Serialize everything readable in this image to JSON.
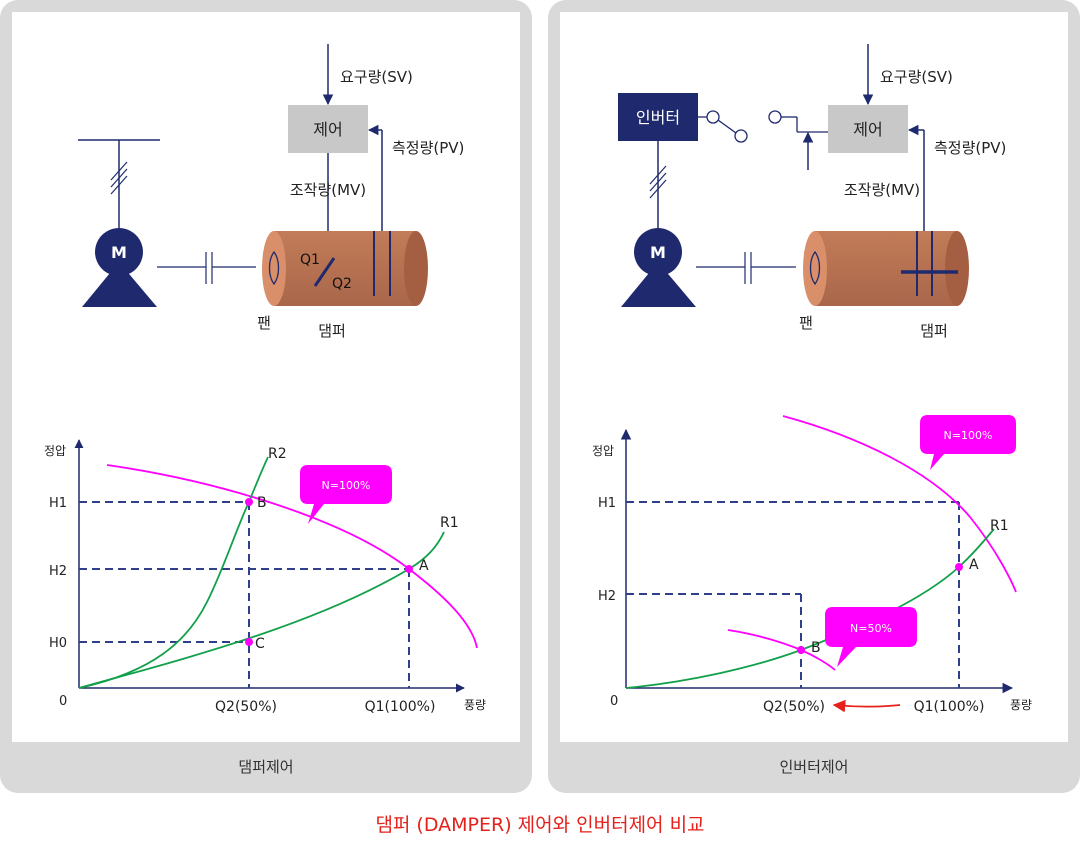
{
  "left": {
    "footer": "댐퍼제어",
    "demand": "요구량(SV)",
    "controller": "제어",
    "measured": "측정량(PV)",
    "manipulated": "조작량(MV)",
    "motor": "M",
    "fan": "팬",
    "damper": "댐퍼",
    "q1": "Q1",
    "q2": "Q2",
    "graph": {
      "ylabel": "정압",
      "xlabel": "풍량",
      "origin": "0",
      "h1": "H1",
      "h2": "H2",
      "h0": "H0",
      "q2_tick": "Q2(50%)",
      "q1_tick": "Q1(100%)",
      "r1": "R1",
      "r2": "R2",
      "pt_a": "A",
      "pt_b": "B",
      "pt_c": "C",
      "callout": "N=100%"
    }
  },
  "right": {
    "footer": "인버터제어",
    "inverter": "인버터",
    "demand": "요구량(SV)",
    "controller": "제어",
    "measured": "측정량(PV)",
    "manipulated": "조작량(MV)",
    "motor": "M",
    "fan": "팬",
    "damper": "댐퍼",
    "graph": {
      "ylabel": "정압",
      "xlabel": "풍량",
      "origin": "0",
      "h1": "H1",
      "h2": "H2",
      "q2_tick": "Q2(50%)",
      "q1_tick": "Q1(100%)",
      "r1": "R1",
      "pt_a": "A",
      "pt_b": "B",
      "callout_100": "N=100%",
      "callout_50": "N=50%"
    }
  },
  "caption": "댐퍼 (DAMPER) 제어와 인버터제어 비교",
  "colors": {
    "navy": "#1f2a6e",
    "magenta": "#ff00ff",
    "green": "#12a04a",
    "duct": "#b5714f",
    "controller_gray": "#c8c8c8",
    "caption_red": "#e4211b"
  }
}
